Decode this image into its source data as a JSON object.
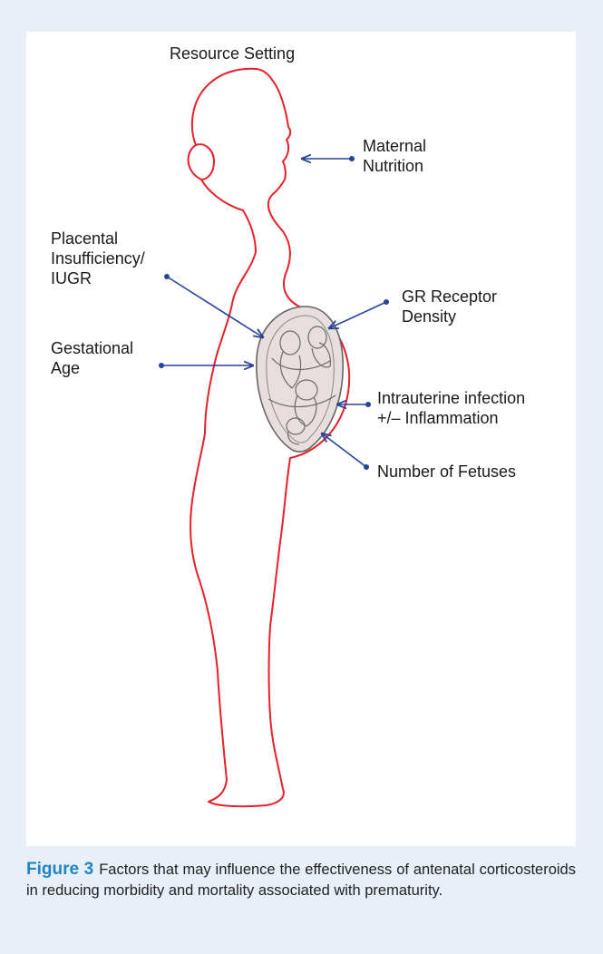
{
  "diagram": {
    "title": "Resource Setting",
    "labels": {
      "maternal_nutrition": [
        "Maternal",
        "Nutrition"
      ],
      "placental": [
        "Placental",
        "Insufficiency/",
        "IUGR"
      ],
      "gr_receptor": [
        "GR Receptor",
        "Density"
      ],
      "gestational_age": [
        "Gestational",
        "Age"
      ],
      "intrauterine": [
        "Intrauterine infection",
        "+/– Inflammation"
      ],
      "fetuses": [
        "Number of Fetuses"
      ]
    },
    "colors": {
      "outline": "#e8202a",
      "arrow": "#27449a",
      "uterus_fill": "#e8dede",
      "caption_label": "#1e86c8",
      "background": "#e8eff8"
    }
  },
  "caption": {
    "label": "Figure 3",
    "text": "Factors that may influence the effectiveness of antenatal corticosteroids in reducing morbidity and mortality associated with prematurity."
  }
}
